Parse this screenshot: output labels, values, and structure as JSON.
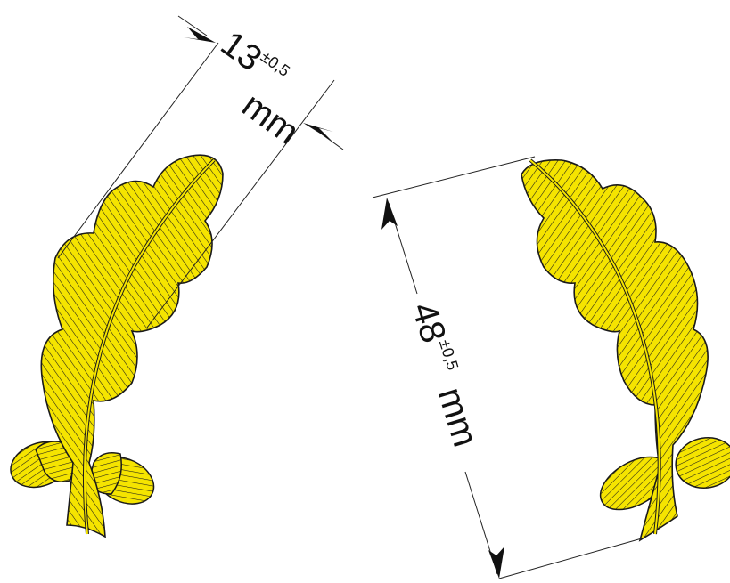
{
  "colors": {
    "leaf_fill": "#f5e400",
    "outline": "#1a1a1a",
    "background": "#ffffff"
  },
  "dimensions": [
    {
      "value": "13",
      "tolerance": "±0,5",
      "unit": "mm"
    },
    {
      "value": "48",
      "tolerance": "±0,5",
      "unit": "mm"
    }
  ]
}
